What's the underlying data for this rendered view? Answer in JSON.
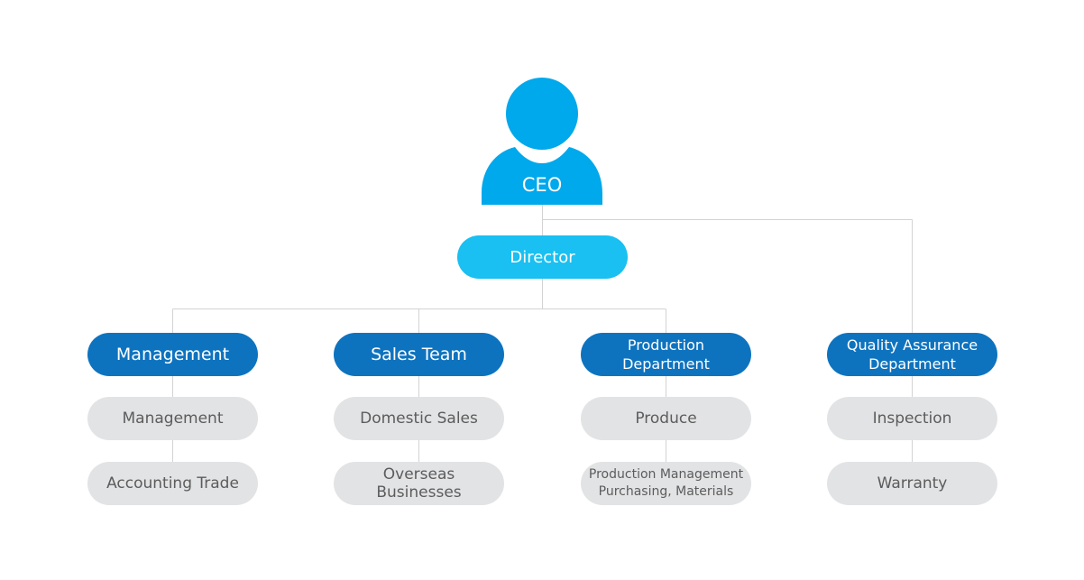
{
  "ceo": {
    "label": "CEO",
    "color": "#00a8ec"
  },
  "director": {
    "label": "Director",
    "color": "#19c0f1"
  },
  "departments": [
    {
      "title_lines": [
        "Management"
      ],
      "sub_units": [
        {
          "lines": [
            "Management"
          ]
        },
        {
          "lines": [
            "Accounting Trade"
          ]
        }
      ]
    },
    {
      "title_lines": [
        "Sales Team"
      ],
      "sub_units": [
        {
          "lines": [
            "Domestic Sales"
          ]
        },
        {
          "lines": [
            "Overseas Businesses"
          ]
        }
      ]
    },
    {
      "title_lines": [
        "Production",
        "Department"
      ],
      "sub_units": [
        {
          "lines": [
            "Produce"
          ]
        },
        {
          "lines": [
            "Production Management",
            "Purchasing, Materials"
          ]
        }
      ]
    },
    {
      "title_lines": [
        "Quality Assurance",
        "Department"
      ],
      "sub_units": [
        {
          "lines": [
            "Inspection"
          ]
        },
        {
          "lines": [
            "Warranty"
          ]
        }
      ]
    }
  ],
  "colors": {
    "department": "#0e73bf",
    "sub_unit": "#e2e3e5",
    "sub_unit_text": "#5c5c5c",
    "connector": "#d3d3d3"
  }
}
